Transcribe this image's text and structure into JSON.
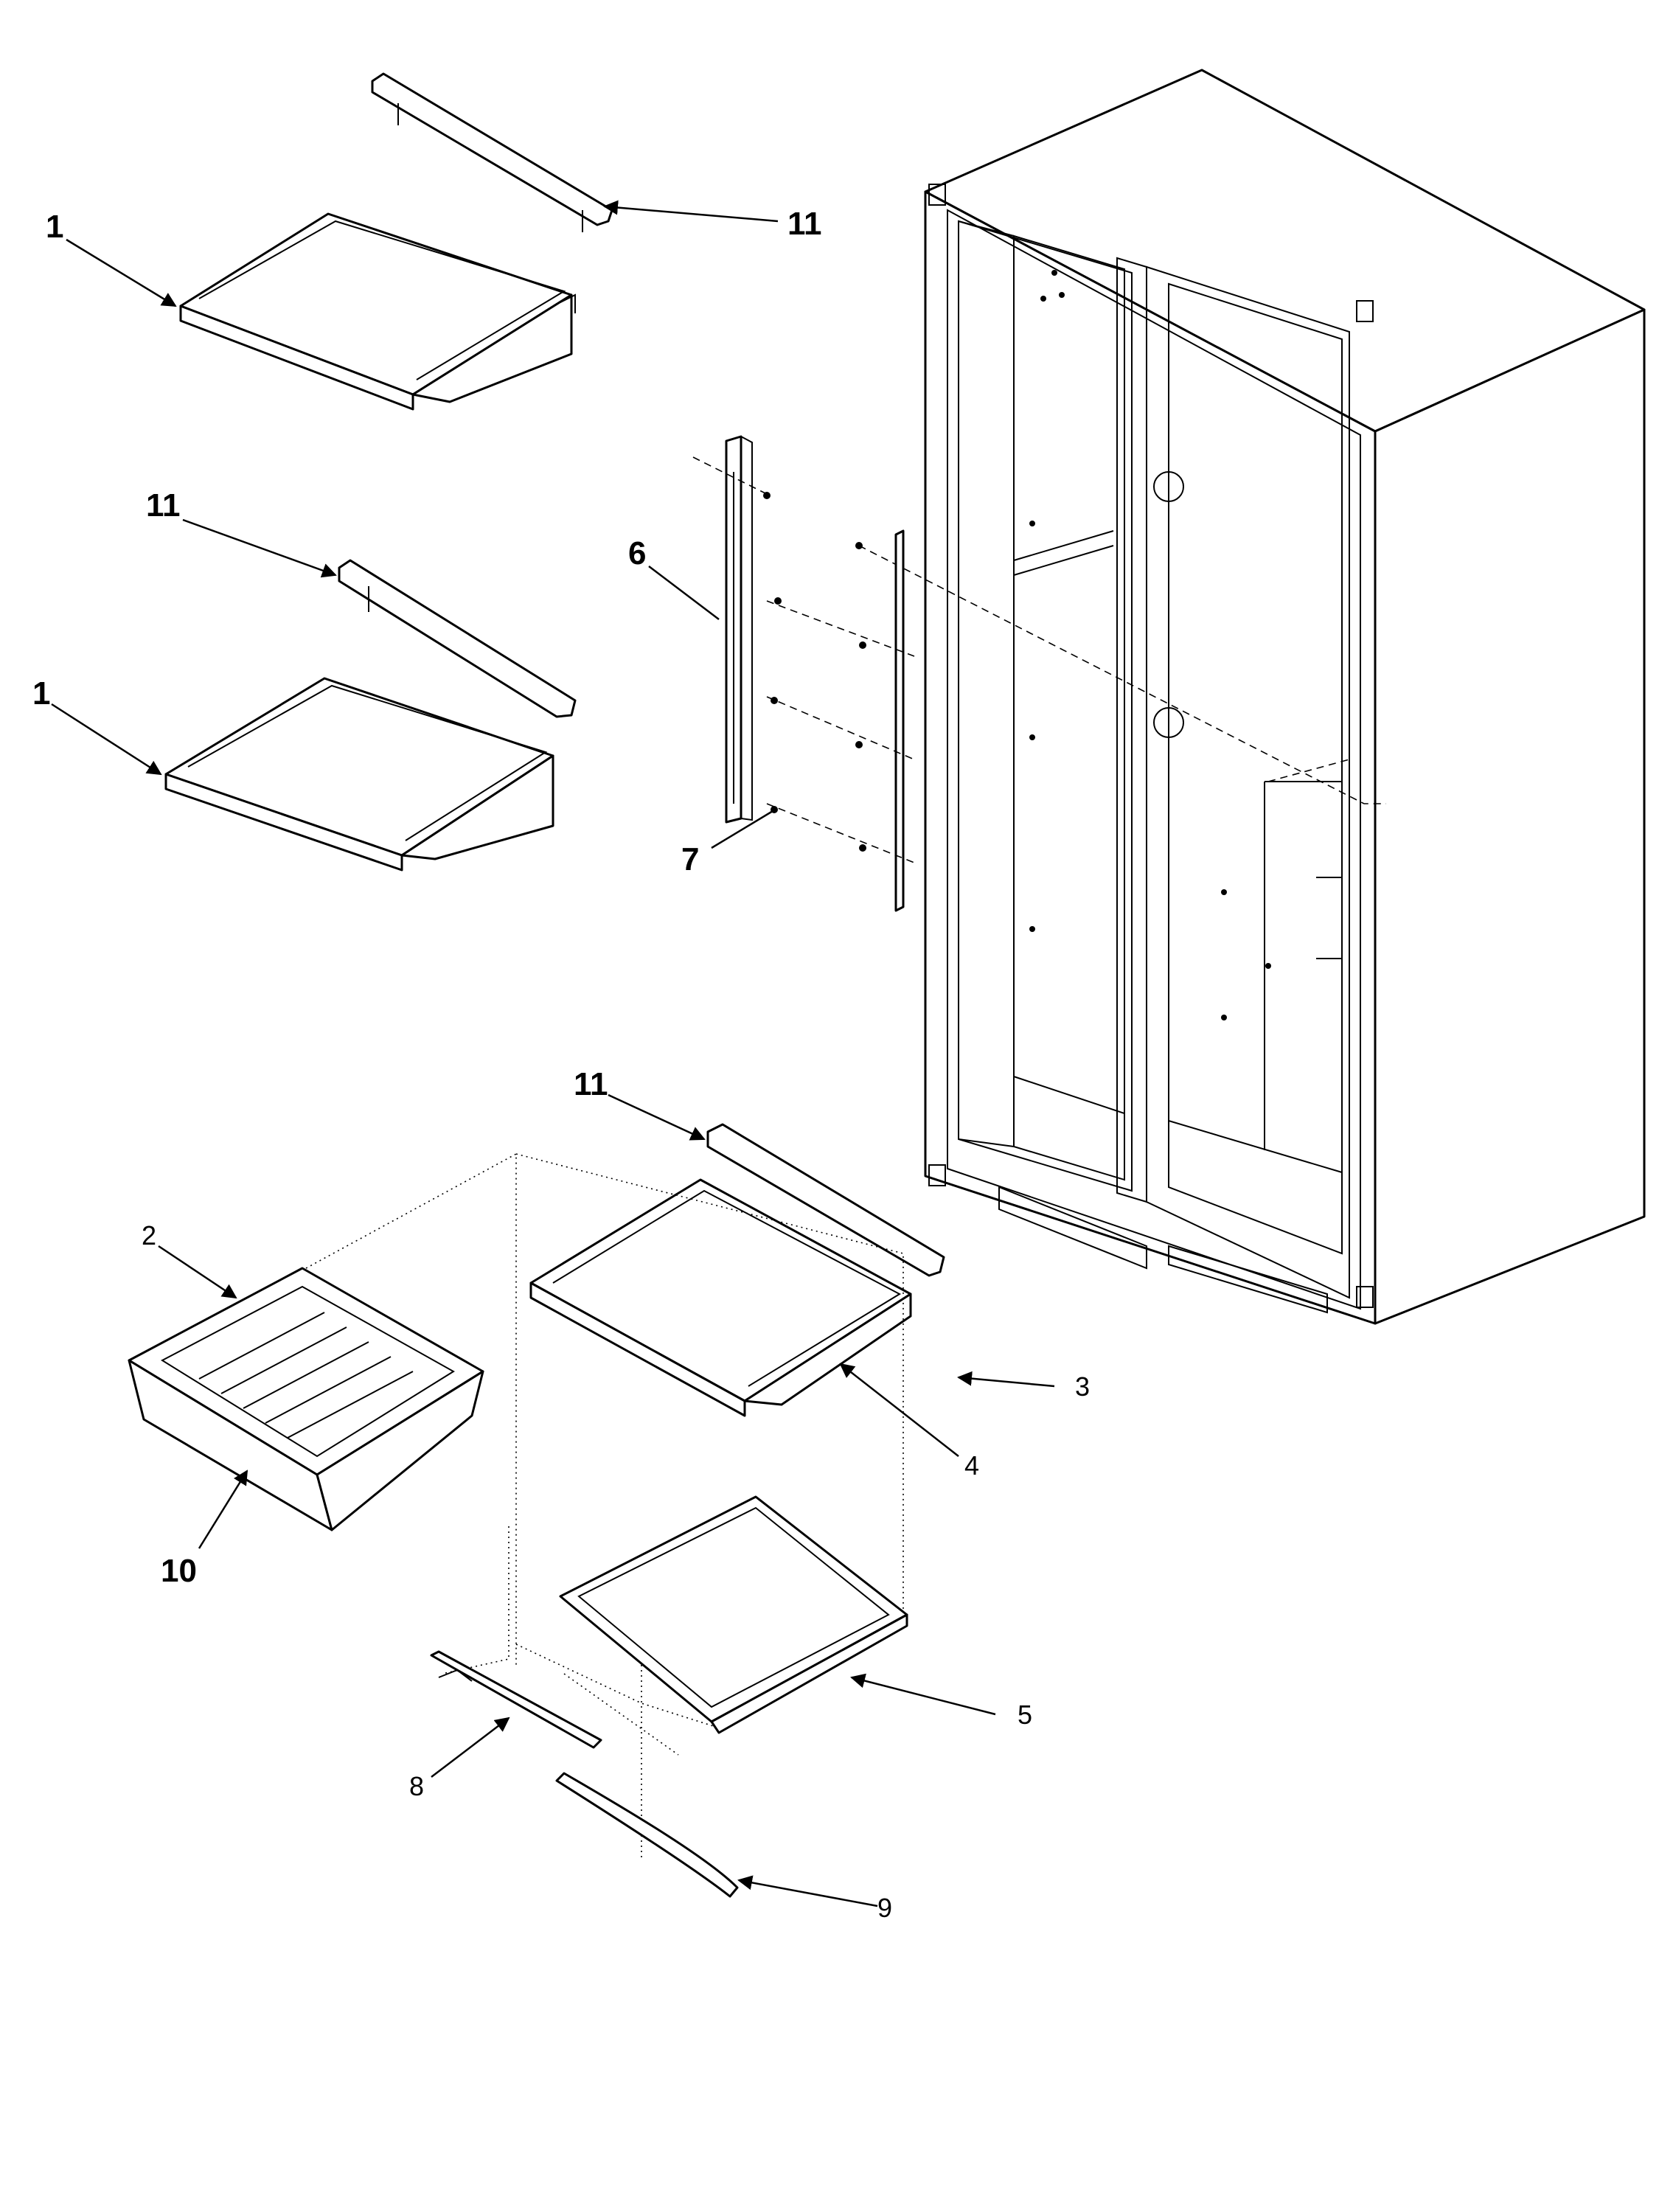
{
  "callouts": {
    "c1a": "1",
    "c1b": "1",
    "c2": "2",
    "c3": "3",
    "c4": "4",
    "c5": "5",
    "c6": "6",
    "c7": "7",
    "c8": "8",
    "c9": "9",
    "c10": "10",
    "c11a": "11",
    "c11b": "11",
    "c11c": "11"
  }
}
